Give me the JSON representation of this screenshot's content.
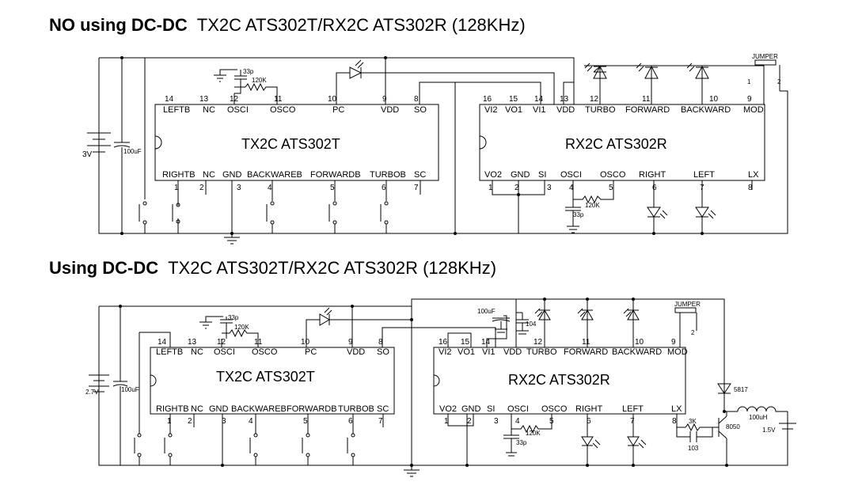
{
  "headings": {
    "top_bold": "NO using DC-DC",
    "top_rest": "TX2C ATS302T/RX2C ATS302R (128KHz)",
    "bottom_bold": "Using DC-DC",
    "bottom_rest": "TX2C ATS302T/RX2C ATS302R (128KHz)"
  },
  "tx": {
    "name": "TX2C ATS302T",
    "top_names": [
      "LEFTB",
      "NC",
      "OSCI",
      "OSCO",
      "PC",
      "VDD",
      "SO"
    ],
    "top_nums": [
      "14",
      "13",
      "12",
      "11",
      "10",
      "9",
      "8"
    ],
    "bottom_names": [
      "RIGHTB",
      "NC",
      "GND",
      "BACKWAREB",
      "FORWARDB",
      "TURBOB",
      "SC"
    ],
    "bottom_nums": [
      "1",
      "2",
      "3",
      "4",
      "5",
      "6",
      "7"
    ]
  },
  "rx": {
    "name": "RX2C ATS302R",
    "top_names": [
      "VI2",
      "VO1",
      "VI1",
      "VDD",
      "TURBO",
      "FORWARD",
      "BACKWARD",
      "MOD"
    ],
    "top_nums": [
      "16",
      "15",
      "14",
      "13",
      "12",
      "11",
      "10",
      "9"
    ],
    "bottom_names": [
      "VO2",
      "GND",
      "SI",
      "OSCI",
      "OSCO",
      "RIGHT",
      "LEFT",
      "LX"
    ],
    "bottom_nums": [
      "1",
      "2",
      "3",
      "4",
      "5",
      "6",
      "7",
      "8"
    ]
  },
  "rx2": {
    "top_nums": [
      "16",
      "15",
      "14",
      "12",
      "11",
      "10",
      "9"
    ]
  },
  "components": {
    "cap33p": "33p",
    "res120k": "120K",
    "cap100uf": "100uF",
    "cap100uf_b": "100uF",
    "batt_top": "3V",
    "batt_bottom": "2.7V",
    "jumper": "JUMPER",
    "jumper_pin1": "1",
    "jumper_pin2": "2",
    "cap104": "104",
    "diode": "5817",
    "inductor": "100uH",
    "batt_15": "1.5V",
    "res3k": "3K",
    "cap103": "103",
    "transistor": "8050"
  },
  "colors": {
    "ink": "#000000",
    "background": "#ffffff"
  }
}
